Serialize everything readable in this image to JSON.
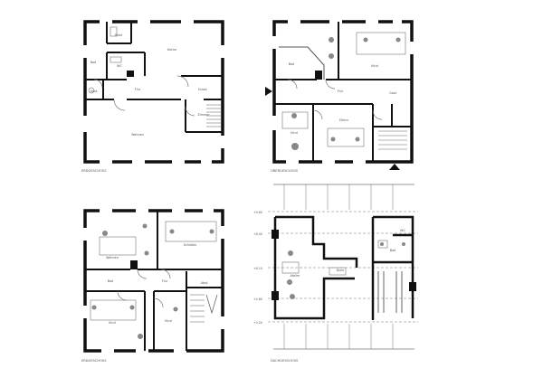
{
  "plans": [
    {
      "caption": "ERDGESCHOSS",
      "rooms": [
        "Diele",
        "Bad",
        "WC",
        "Küche",
        "Flur",
        "Abst.",
        "Wohnen",
        "Essen",
        "Zimmer"
      ]
    },
    {
      "caption": "OBERGESCHOSS",
      "rooms": [
        "Bad",
        "Kind",
        "Eltern",
        "Flur",
        "Kind",
        "Gast"
      ]
    },
    {
      "caption": "ERDGESCHOSS",
      "rooms": [
        "Wohnen",
        "Schlafen",
        "Bad",
        "Flur",
        "Kind",
        "Kind",
        "Abst."
      ]
    },
    {
      "caption": "DACHGESCHOSS",
      "rooms": [
        "Atelier",
        "Diele",
        "Bad",
        "WC"
      ],
      "levels": [
        "+9.60",
        "+8.40",
        "+6.10",
        "+4.80",
        "+3.20"
      ]
    }
  ],
  "colors": {
    "wall": "#111111",
    "line": "#555555",
    "hatch": "#9a9a9a",
    "furniture": "#888888"
  }
}
